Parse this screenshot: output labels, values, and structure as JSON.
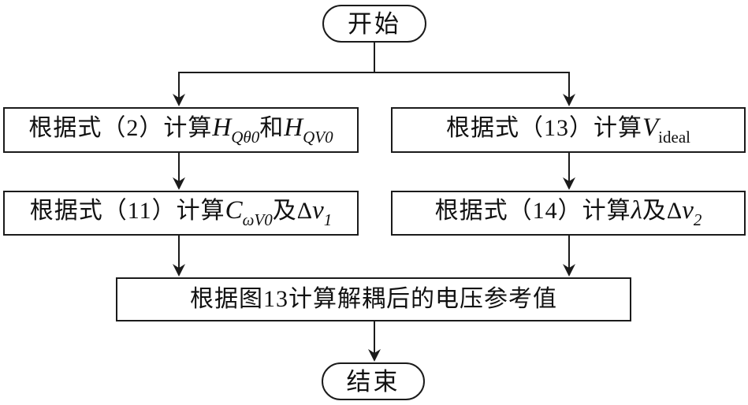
{
  "colors": {
    "background": "#ffffff",
    "line": "#1b1b1b",
    "text": "#111111"
  },
  "flowchart": {
    "start_label": "开始",
    "end_label": "结束",
    "boxes": {
      "calc_h": {
        "prefix": "根据式（2）计算",
        "var1": "H",
        "var1_sub": "Qθ0",
        "conj": "和",
        "var2": "H",
        "var2_sub": "QV0"
      },
      "calc_videal": {
        "prefix": "根据式（13）计算",
        "var1": "V",
        "var1_sub": "ideal"
      },
      "calc_c": {
        "prefix": "根据式（11）计算",
        "var1": "C",
        "var1_sub": "ωV0",
        "conj": "及",
        "delta": "Δ",
        "var2": "v",
        "var2_sub": "1"
      },
      "calc_lambda": {
        "prefix": "根据式（14）计算",
        "var1": "λ",
        "conj": "及",
        "delta": "Δ",
        "var2": "v",
        "var2_sub": "2"
      },
      "merge": {
        "label": "根据图13计算解耦后的电压参考值"
      }
    }
  }
}
